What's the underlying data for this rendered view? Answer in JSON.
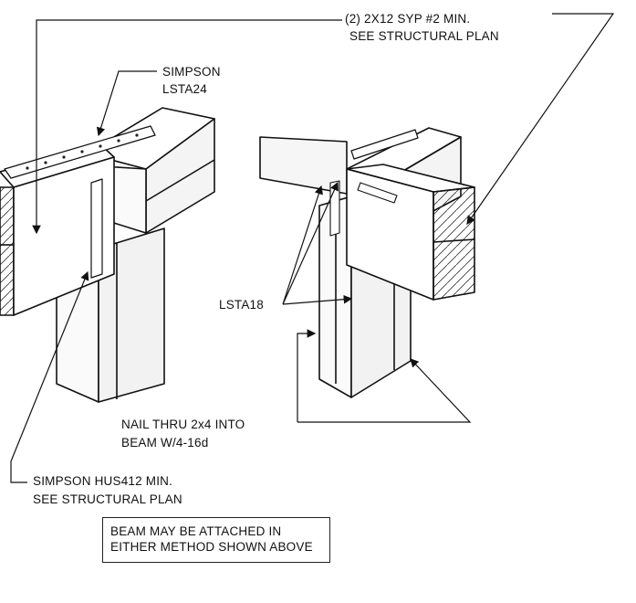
{
  "labels": {
    "joists_line1": "(2) 2X12 SYP #2 MIN.",
    "joists_line2": "SEE STRUCTURAL PLAN",
    "lsta24_line1": "SIMPSON",
    "lsta24_line2": "LSTA24",
    "lsta18": "LSTA18",
    "nail_line1": "NAIL THRU 2x4 INTO",
    "nail_line2": "BEAM W/4-16d",
    "hus_line1": "SIMPSON HUS412 MIN.",
    "hus_line2": "SEE STRUCTURAL PLAN"
  },
  "note": {
    "line1": "BEAM MAY BE ATTACHED IN",
    "line2": "EITHER METHOD SHOWN ABOVE"
  }
}
